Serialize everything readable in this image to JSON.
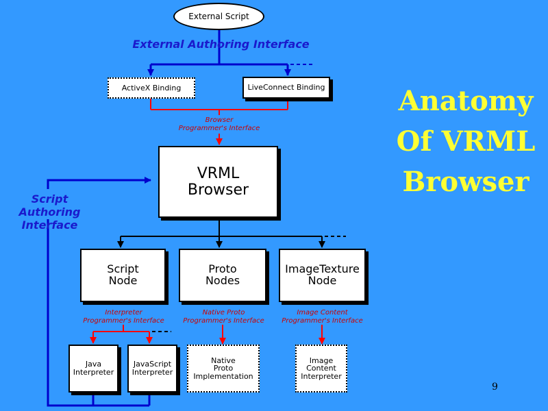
{
  "title": "Anatomy\nOf VRML\nBrowser",
  "page_number": "9",
  "colors": {
    "background": "#3399ff",
    "title": "#ffff33",
    "interface_text": "#1a1acc",
    "api_text": "#cc0000",
    "api_line": "#ff0000",
    "blue_line": "#0000cc"
  },
  "nodes": {
    "external_script": "External  Script",
    "activex": "ActiveX  Binding",
    "liveconnect": "LiveConnect Binding",
    "browser": "VRML\nBrowser",
    "script_node": "Script\nNode",
    "proto_nodes": "Proto\nNodes",
    "imagetexture_node": "ImageTexture\nNode",
    "java_interpreter": "Java\nInterpreter",
    "javascript_interpreter": "JavaScript\nInterpreter",
    "native_proto_impl": "Native\nProto\nImplementation",
    "image_content_interpreter": "Image\nContent\nInterpreter"
  },
  "labels": {
    "eai": "External Authoring Interface",
    "sai": "Script Authoring\nInterface",
    "bpi": "Browser\nProgrammer's Interface",
    "ipi": "Interpreter\nProgrammer's  Interface",
    "npi": "Native Proto\nProgrammer's Interface",
    "icpi": "Image Content\nProgrammer's Interface"
  }
}
